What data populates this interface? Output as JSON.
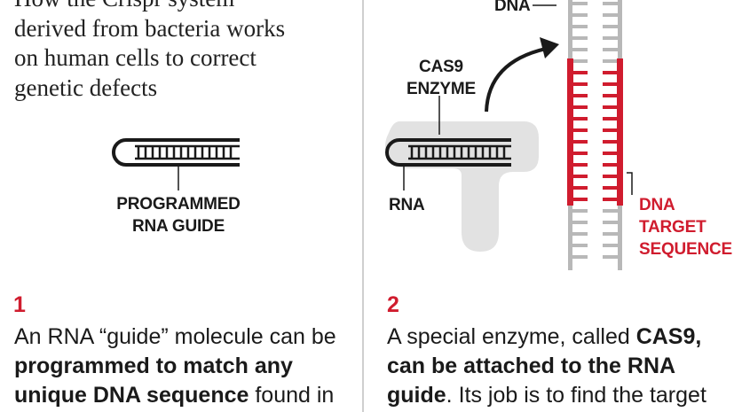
{
  "left": {
    "intro": [
      "How the Crispr system",
      "derived from bacteria works",
      "on human cells to correct",
      "genetic defects"
    ],
    "guide_label": [
      "PROGRAMMED",
      "RNA GUIDE"
    ],
    "step_number": "1",
    "body": {
      "line1": "An RNA “guide” molecule can be",
      "line2_bold": "programmed to match any",
      "line3_bold": "unique DNA sequence",
      "line3_rest": " found in"
    }
  },
  "right": {
    "dna_label": "DNA",
    "cas9_label": [
      "CAS9",
      "ENZYME"
    ],
    "rna_label": "RNA",
    "target_label": [
      "DNA",
      "TARGET",
      "SEQUENCE"
    ],
    "step_number": "2",
    "body": {
      "line1_plain": "A special enzyme, called ",
      "line1_bold": "CAS9,",
      "line2_bold": "can be attached to the RNA",
      "line3_bold": "guide",
      "line3_rest": ". Its job is to find the target"
    }
  },
  "colors": {
    "accent_red": "#d01c2e",
    "dna_gray": "#b8b8b8",
    "enzyme_gray": "#e2e2e2",
    "ink": "#1a1a1a"
  },
  "icons": [
    "rna-guide-comb",
    "curved-arrow",
    "dna-ladder"
  ]
}
